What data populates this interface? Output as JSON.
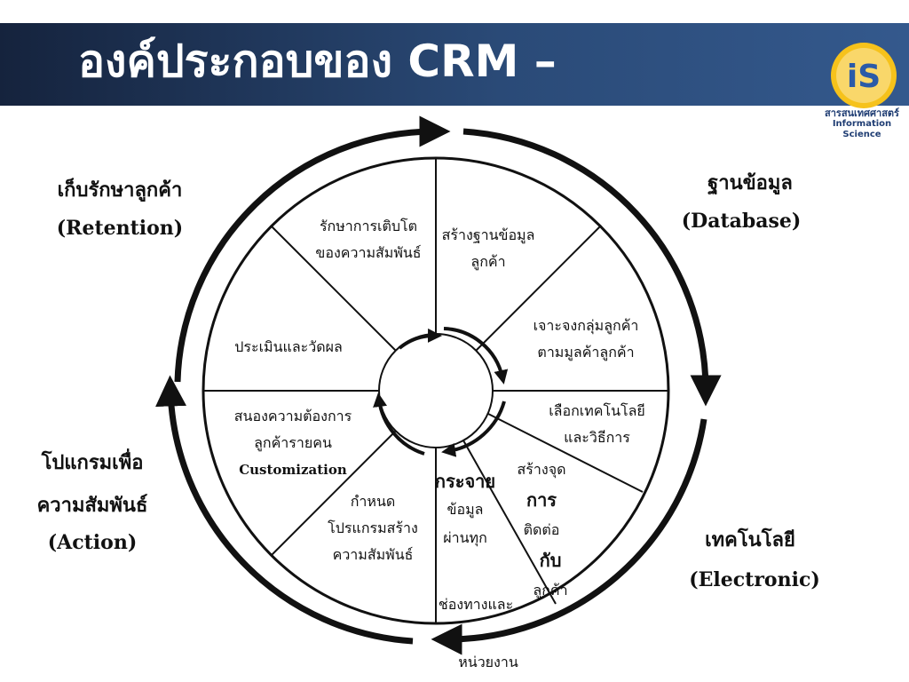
{
  "title": "องค์ประกอบของ CRM –",
  "logo": {
    "mark": "iS",
    "thai": "สารสนเทศศาสตร์",
    "english": "Information Science"
  },
  "outer_labels": {
    "retention": {
      "thai": "เก็บรักษาลูกค้า",
      "english": "(Retention)"
    },
    "database": {
      "thai": "ฐานข้อมูล",
      "english": "(Database)"
    },
    "action": {
      "thai1": "โปแกรมเพื่อ",
      "thai2": "ความสัมพันธ์",
      "english": "(Action)"
    },
    "electronic": {
      "thai": "เทคโนโลยี",
      "english": "(Electronic)"
    }
  },
  "sectors": {
    "growth": {
      "line1": "รักษาการเติบโต",
      "line2": "ของความสัมพันธ์"
    },
    "build_db": {
      "line1": "สร้างฐานข้อมูล",
      "line2": "ลูกค้า"
    },
    "target": {
      "line1": "เจาะจงกลุ่มลูกค้า",
      "line2": "ตามมูลค้าลูกค้า"
    },
    "tech": {
      "line1": "เลือกเทคโนโลยี",
      "line2": "และวิธีการ"
    },
    "contact": {
      "line1": "สร้างจุด",
      "line2": "การ",
      "line3": "ติดต่อ",
      "line4": "กับ",
      "line5": "ลูกค้า"
    },
    "distribute": {
      "line1": "กระจาย",
      "line2": "ข้อมูล",
      "line3": "ผ่านทุก",
      "line4": "ช่องทางและ",
      "line5": "หน่วยงาน"
    },
    "program": {
      "line1": "กำหนด",
      "line2": "โปรแกรมสร้าง",
      "line3": "ความสัมพันธ์"
    },
    "respond": {
      "line1": "สนองความต้องการ",
      "line2": "ลูกค้ารายคน",
      "line3": "Customization"
    },
    "evaluate": {
      "line1": "ประเมินและวัดผล"
    }
  }
}
